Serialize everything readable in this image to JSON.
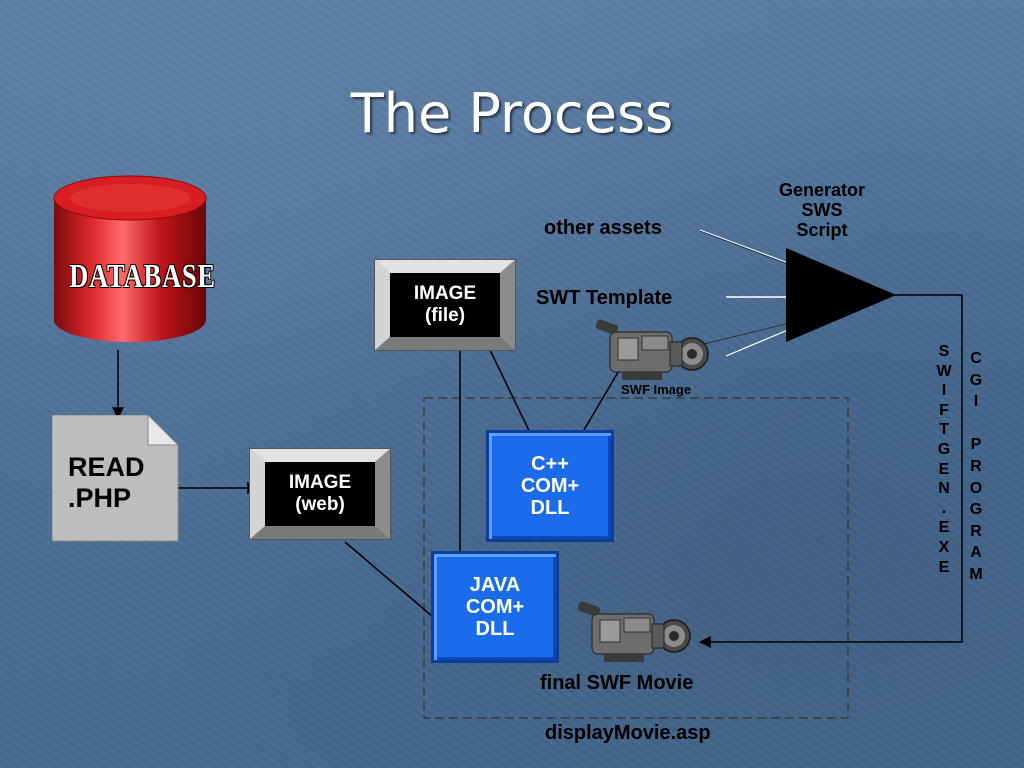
{
  "slide": {
    "title": "The Process"
  },
  "database": {
    "label": "DATABASE"
  },
  "read_php": {
    "line1": "READ",
    "line2": ".PHP"
  },
  "image_file": {
    "line1": "IMAGE",
    "line2": "(file)"
  },
  "image_web": {
    "line1": "IMAGE",
    "line2": "(web)"
  },
  "cpp_dll": {
    "line1": "C++",
    "line2": "COM+",
    "line3": "DLL"
  },
  "java_dll": {
    "line1": "JAVA",
    "line2": "COM+",
    "line3": "DLL"
  },
  "generator": {
    "line1": "Generator",
    "line2": "SWS",
    "line3": "Script"
  },
  "labels": {
    "other_assets": "other assets",
    "swt_template": "SWT Template",
    "swf_image": "SWF Image",
    "final_swf_movie": "final SWF Movie",
    "display_movie": "displayMovie.asp"
  },
  "vertical_labels": {
    "swiftgen": [
      "S",
      "W",
      "I",
      "F",
      "T",
      "G",
      "E",
      "N",
      ".",
      "E",
      "X",
      "E"
    ],
    "cgi_program": [
      "C",
      "G",
      "I",
      " ",
      "P",
      "R",
      "O",
      "G",
      "R",
      "A",
      "M"
    ]
  },
  "colors": {
    "background": "#4f7199",
    "database_red": "#c0151a",
    "dll_blue": "#1a6cea",
    "panel_gray": "#bdbdbd"
  },
  "icons": [
    "camera-icon",
    "database-cylinder-icon",
    "document-icon",
    "triangle-generator-icon"
  ]
}
